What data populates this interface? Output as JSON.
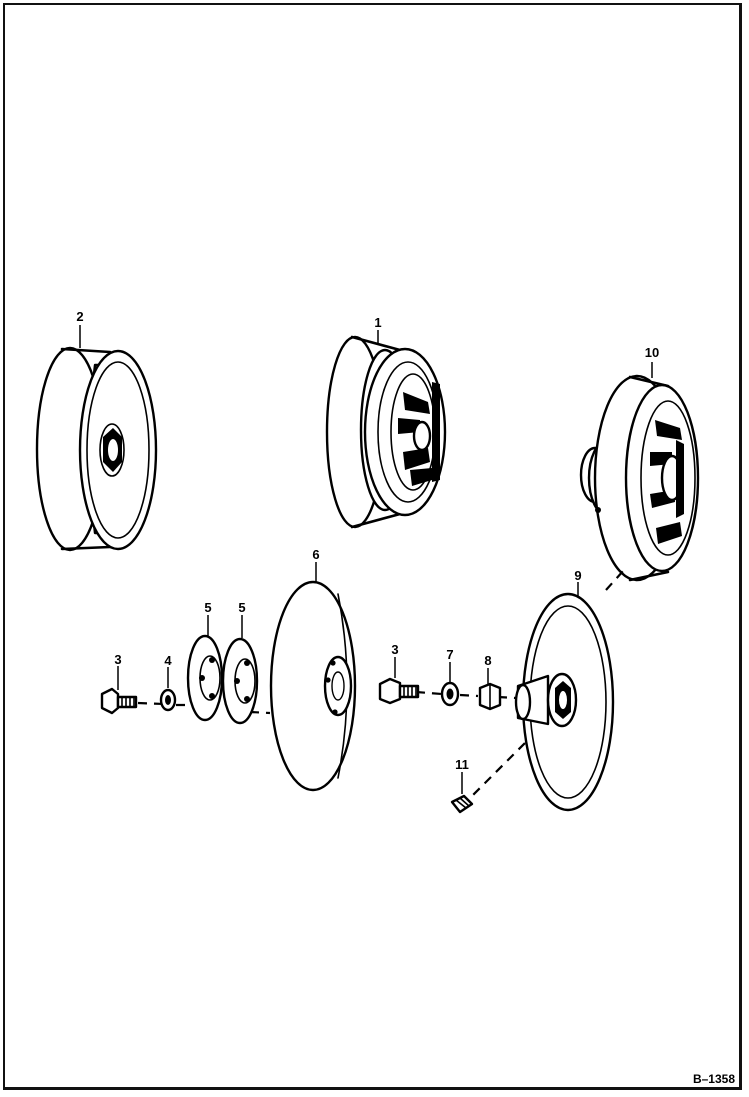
{
  "figure_id": "B–1358",
  "callouts": {
    "c1": "1",
    "c2": "2",
    "c3a": "3",
    "c3b": "3",
    "c4": "4",
    "c5a": "5",
    "c5b": "5",
    "c6": "6",
    "c7": "7",
    "c8": "8",
    "c9": "9",
    "c10": "10",
    "c11": "11"
  }
}
